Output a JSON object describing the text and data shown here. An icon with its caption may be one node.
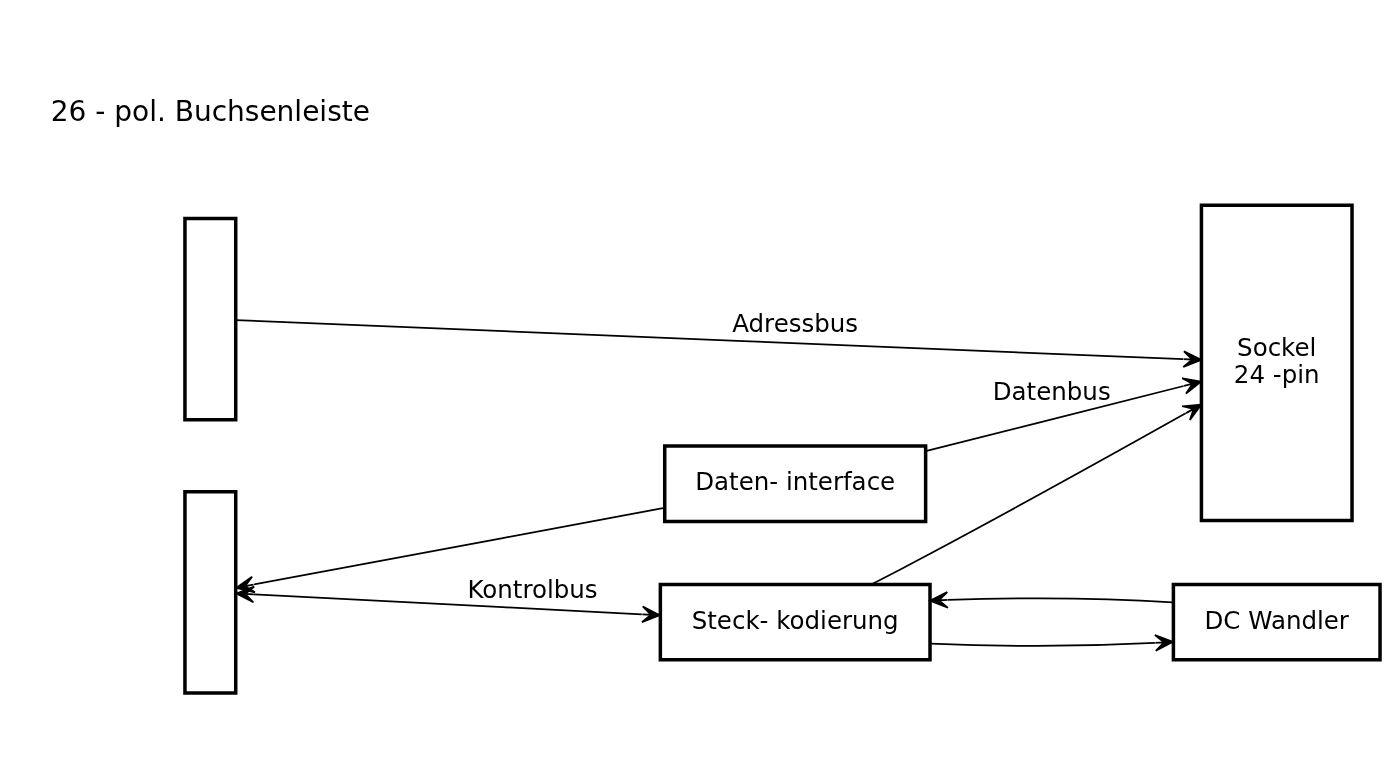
{
  "diagram": {
    "nodes": [
      {
        "text": [],
        "shape": "bar"
      },
      {
        "text": [],
        "shape": "bar"
      },
      {
        "text": [
          "Sockel",
          "24 -pin"
        ]
      },
      {
        "text": [
          "Daten- interface"
        ]
      },
      {
        "text": [
          "Steck- kodierung"
        ]
      },
      {
        "text": [
          "DC Wandler"
        ]
      }
    ],
    "edges": [
      {
        "from": 0,
        "to": 2,
        "arrow": "to",
        "label": "Adressbus"
      },
      {
        "from": 3,
        "to": 1,
        "arrow": "to"
      },
      {
        "from": 3,
        "to": 2,
        "arrow": "to",
        "label": "Datenbus"
      },
      {
        "from": 1,
        "to": 4,
        "arrow": "both",
        "label": "Kontrolbus"
      },
      {
        "from": 4,
        "to": 2,
        "arrow": "to"
      },
      {
        "from": 5,
        "to": 4,
        "arrow": "to"
      },
      {
        "from": 4,
        "to": 5,
        "arrow": "to"
      }
    ],
    "labels": [
      "26 - pol. Buchsenleiste"
    ]
  }
}
